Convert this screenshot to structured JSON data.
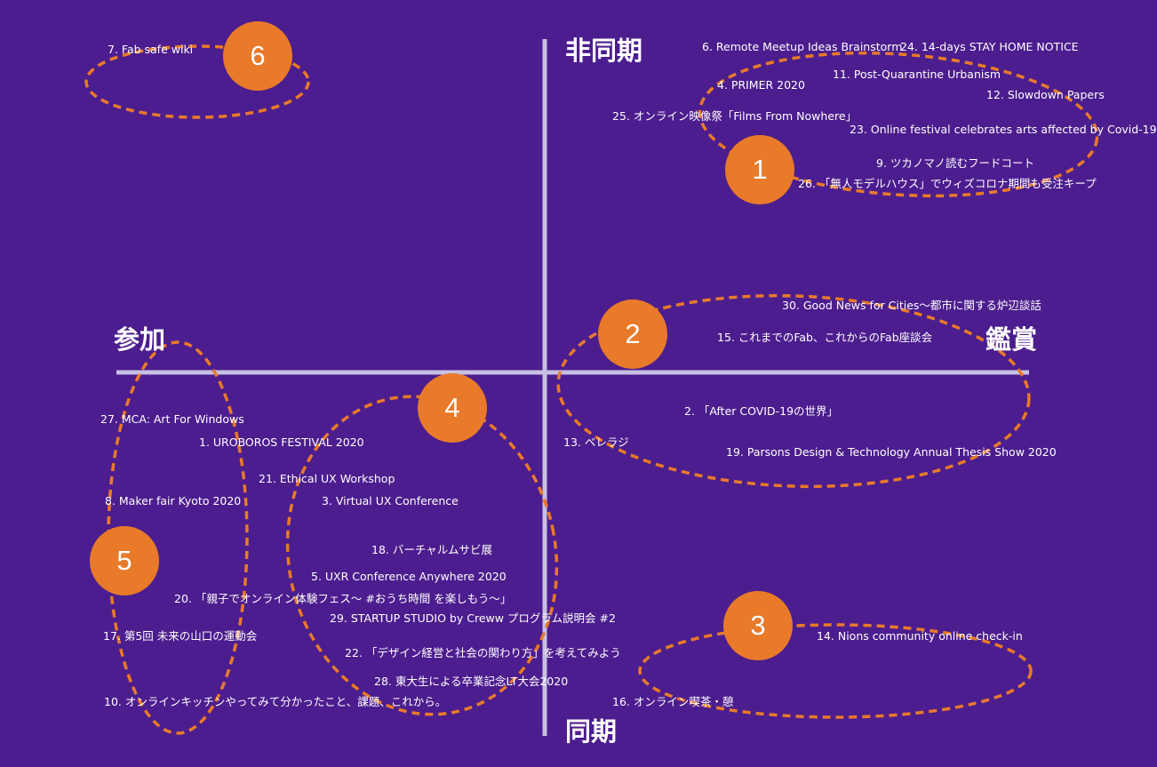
{
  "colors": {
    "background": "#4c1d8e",
    "axis": "#c9bfe3",
    "group_outline": "#e87a2a",
    "badge": "#e87a2a",
    "text": "#ffffff"
  },
  "axes": {
    "top": "非同期",
    "bottom": "同期",
    "left": "参加",
    "right": "鑑賞"
  },
  "groups": [
    "1",
    "2",
    "3",
    "4",
    "5",
    "6"
  ],
  "items": [
    "7. Fab safe wiki",
    "6. Remote Meetup Ideas Brainstorm",
    "24. 14-days STAY HOME NOTICE",
    "11. Post-Quarantine Urbanism",
    "4. PRIMER 2020",
    "12. Slowdown Papers",
    "25. オンライン映像祭「Films From Nowhere」",
    "23. Online festival celebrates arts affected by Covid-19",
    "9. ツカノマノ読むフードコート",
    "26. 「無人モデルハウス」でウィズコロナ期間も受注キープ",
    "30. Good News for Cities〜都市に関する炉辺談話",
    "15. これまでのFab、これからのFab座談会",
    "2. 「After COVID-19の世界」",
    "13. ベレラジ",
    "19. Parsons Design & Technology Annual Thesis Show 2020",
    "27.  MCA: Art For Windows",
    "1. UROBOROS FESTIVAL 2020",
    "21. Ethical UX Workshop",
    "8. Maker fair Kyoto 2020",
    "3. Virtual UX Conference",
    "18. バーチャルムサビ展",
    "5. UXR Conference Anywhere 2020",
    "20. 「親子でオンライン体験フェス〜 #おうち時間 を楽しもう〜」",
    "29. STARTUP STUDIO by Creww プログラム説明会 #2",
    "17. 第5回 未来の山口の運動会",
    "22. 「デザイン経営と社会の関わり方」を考えてみよう",
    "28. 東大生による卒業記念LT大会2020",
    "10. オンラインキッチンやってみて分かったこと、課題、これから。",
    "14. Nions community online check-in",
    "16. オンライン喫茶・憩"
  ]
}
